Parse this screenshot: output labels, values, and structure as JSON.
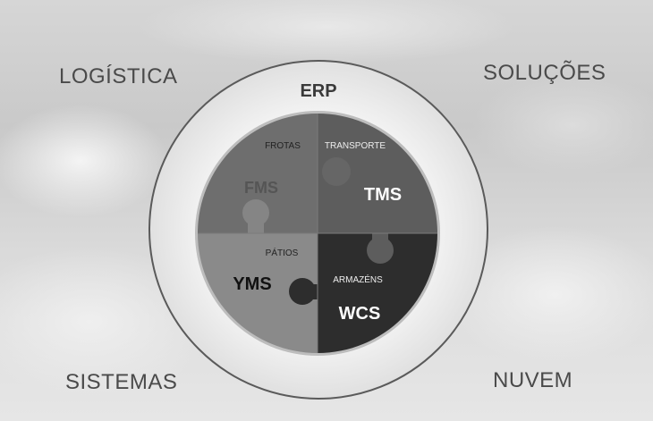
{
  "corners": {
    "top_left": "LOGÍSTICA",
    "top_right": "SOLUÇÕES",
    "bottom_left": "SISTEMAS",
    "bottom_right": "NUVEM"
  },
  "ring_label": "ERP",
  "pieces": [
    {
      "small": "FROTAS",
      "big": "FMS",
      "color": "#6e6e6e"
    },
    {
      "small": "TRANSPORTE",
      "big": "TMS",
      "color": "#5d5d5d"
    },
    {
      "small": "PÁTIOS",
      "big": "YMS",
      "color": "#8a8a8a"
    },
    {
      "small": "ARMAZÉNS",
      "big": "WCS",
      "color": "#2d2d2d"
    }
  ]
}
